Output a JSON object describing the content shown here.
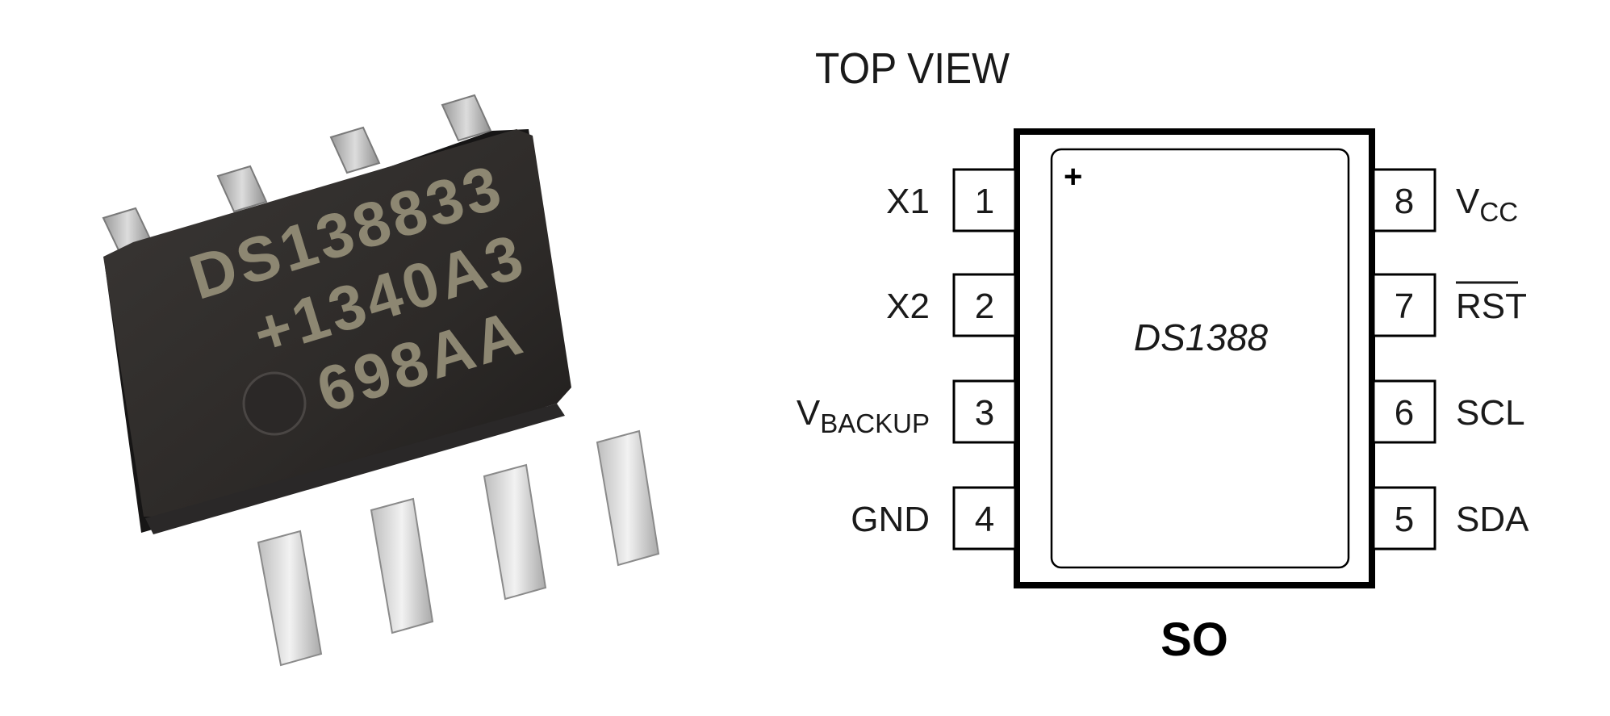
{
  "photo": {
    "marking_line1": "DS138833",
    "marking_line2": "+1340A3",
    "marking_line3": "698AA"
  },
  "diagram": {
    "title": "TOP VIEW",
    "chip_name": "DS1388",
    "orientation_mark": "+",
    "package": "SO",
    "left_pins": [
      {
        "number": "1",
        "label": "X1",
        "label_sub": ""
      },
      {
        "number": "2",
        "label": "X2",
        "label_sub": ""
      },
      {
        "number": "3",
        "label": "V",
        "label_sub": "BACKUP"
      },
      {
        "number": "4",
        "label": "GND",
        "label_sub": ""
      }
    ],
    "right_pins": [
      {
        "number": "8",
        "label": "V",
        "label_sub": "CC"
      },
      {
        "number": "7",
        "label": "RST",
        "label_sub": ""
      },
      {
        "number": "6",
        "label": "SCL",
        "label_sub": ""
      },
      {
        "number": "5",
        "label": "SDA",
        "label_sub": ""
      }
    ]
  }
}
